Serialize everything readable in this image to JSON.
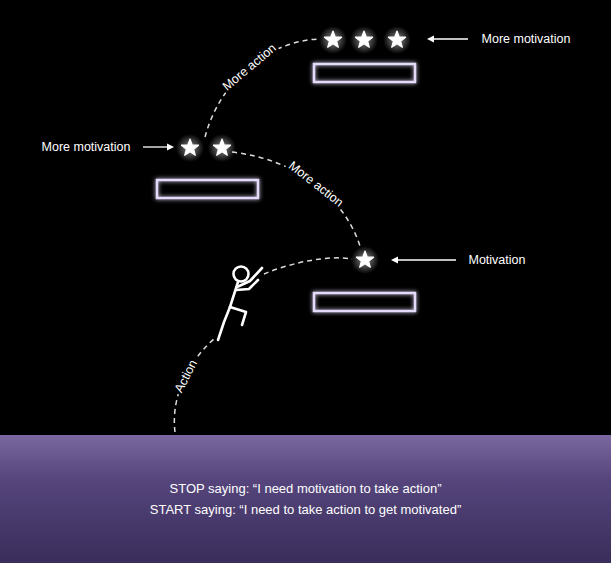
{
  "diagram": {
    "nodes": [
      {
        "text": [
          "STOP saying: “I need motivation to take action”",
          "START saying: “I need to take action to get motivated”"
        ]
      }
    ],
    "labels": [
      "More motivation",
      "More action",
      "More motivation",
      "More action",
      "Motivation",
      "Action"
    ]
  }
}
